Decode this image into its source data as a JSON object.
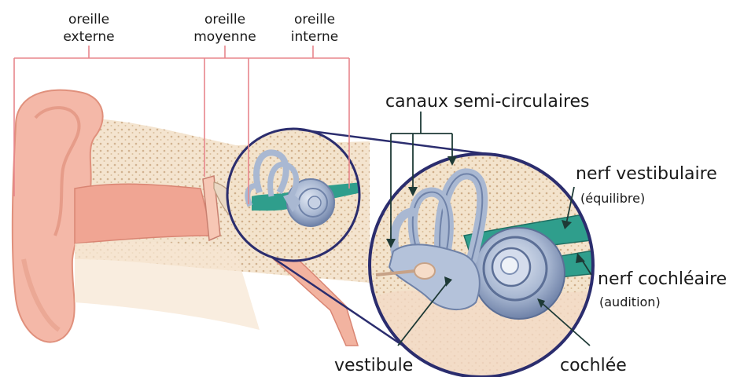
{
  "regions": {
    "external": [
      "oreille",
      "externe"
    ],
    "middle": [
      "oreille",
      "moyenne"
    ],
    "inner": [
      "oreille",
      "interne"
    ]
  },
  "labels": {
    "canals": "canaux semi-circulaires",
    "vestibular_nerve": "nerf vestibulaire",
    "vestibular_nerve_note": "(équilibre)",
    "cochlear_nerve": "nerf cochléaire",
    "cochlear_nerve_note": "(audition)",
    "vestibule": "vestibule",
    "cochlea": "cochlée"
  },
  "colors": {
    "bracket": "#e8868c",
    "skin": "#f4b8a8",
    "skin_dark": "#e0907c",
    "bone": "#f3e3cc",
    "bone_dot": "#cfae8a",
    "labyrinth": "#a9b8d2",
    "labyrinth_dark": "#6f82a8",
    "nerve": "#2f9e8c",
    "circle": "#2b2d6e",
    "pointer": "#1e3a36"
  }
}
